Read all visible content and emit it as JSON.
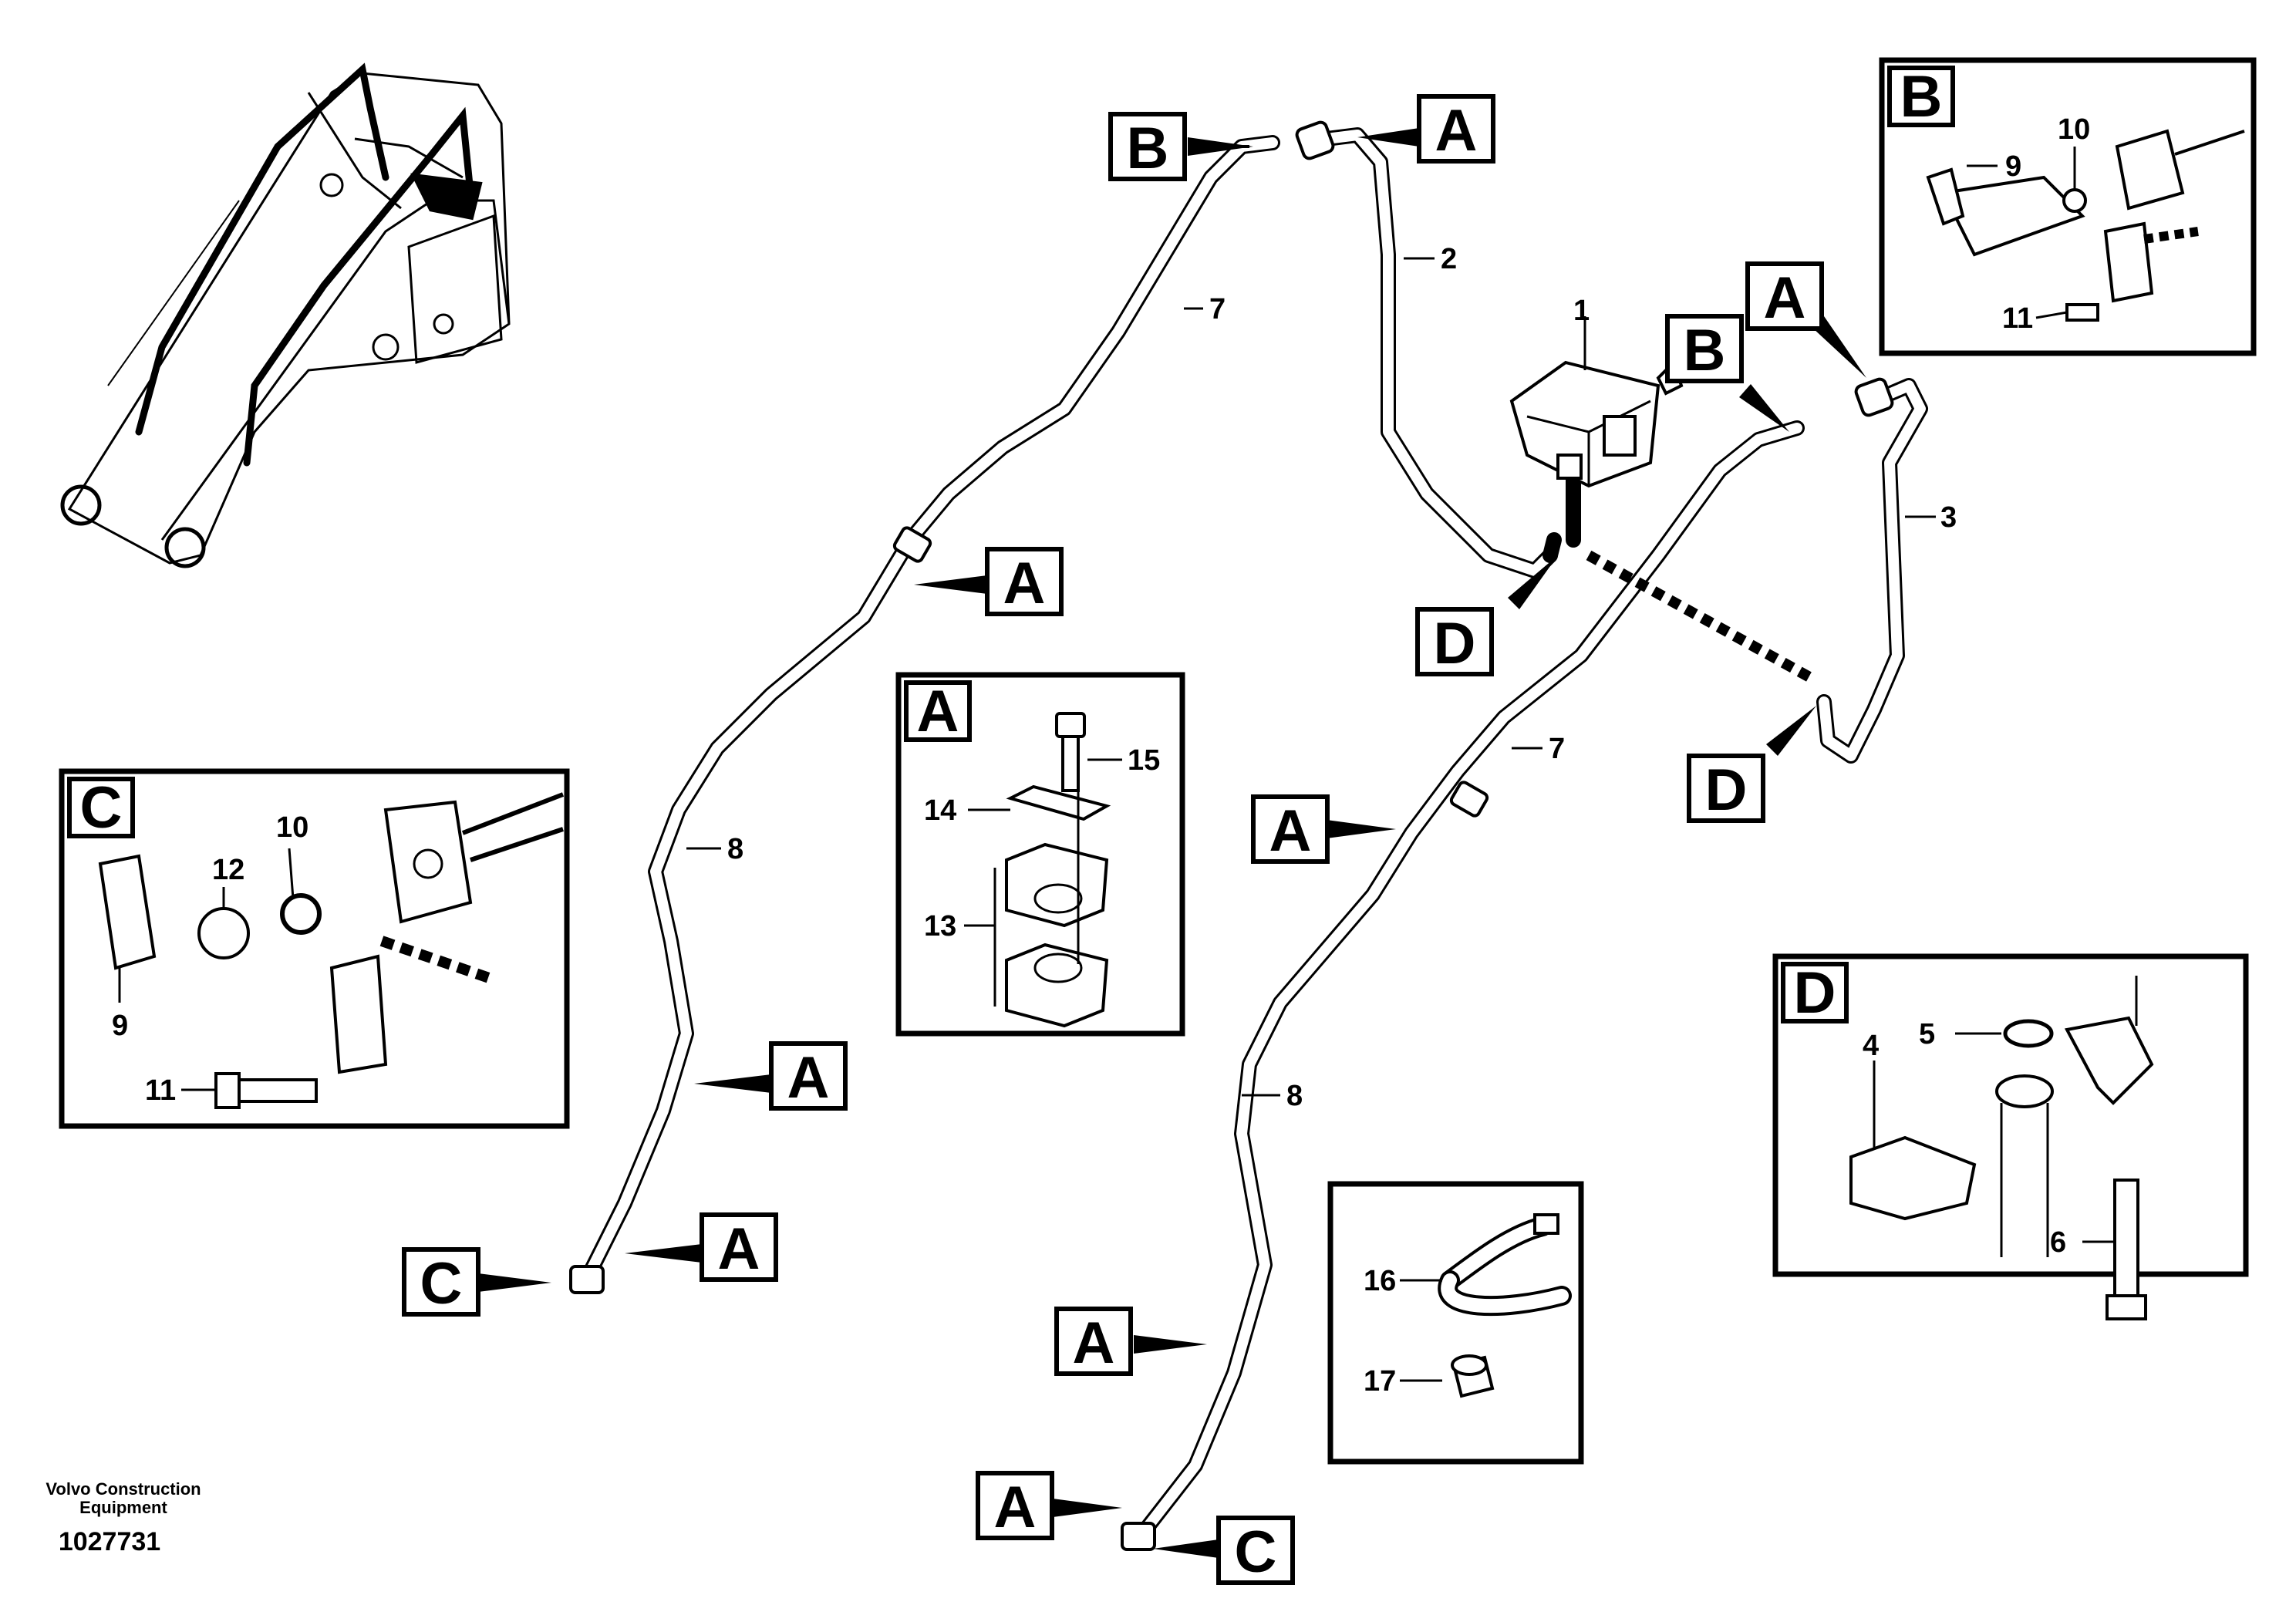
{
  "footer": {
    "company_line1": "Volvo Construction",
    "company_line2": "Equipment",
    "doc_number": "1027731"
  },
  "callouts": {
    "c1": "1",
    "c2": "2",
    "c3": "3",
    "c7a": "7",
    "c7b": "7",
    "c8a": "8",
    "c8b": "8"
  },
  "labels": {
    "A": "A",
    "B": "B",
    "C": "C",
    "D": "D"
  },
  "detail_a": {
    "title": "A",
    "n15": "15",
    "n14": "14",
    "n13": "13"
  },
  "detail_b": {
    "title": "B",
    "n9": "9",
    "n10": "10",
    "n11": "11"
  },
  "detail_c": {
    "title": "C",
    "n12": "12",
    "n10": "10",
    "n9": "9",
    "n11": "11"
  },
  "detail_d": {
    "title": "D",
    "n5": "5",
    "n4": "4",
    "n6": "6"
  },
  "accessories": {
    "n16": "16",
    "n17": "17"
  }
}
